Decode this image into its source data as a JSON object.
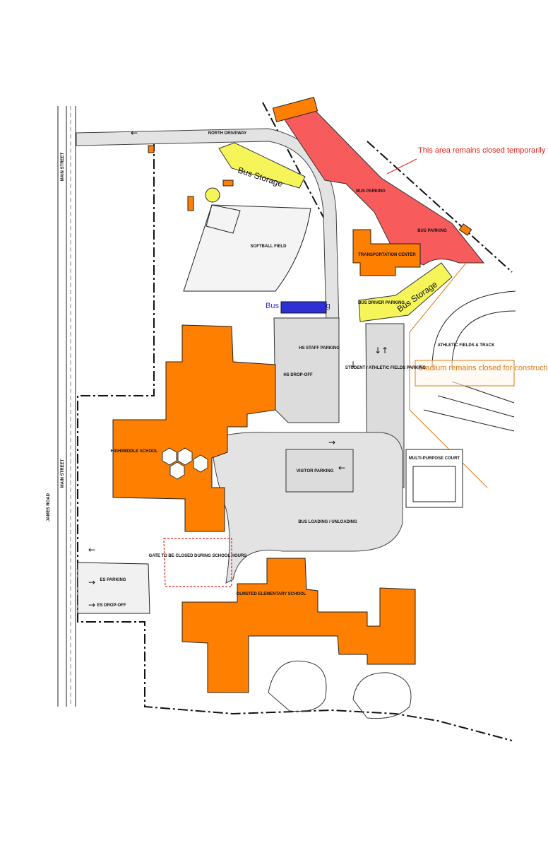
{
  "street": {
    "main_left": "MAIN STREET",
    "main_right": "MAIN STREET",
    "side_road": "JAMES ROAD"
  },
  "labels": {
    "north_driveway": "NORTH DRIVEWAY",
    "softball_field": "SOFTBALL FIELD",
    "transportation_center": "TRANSPORTATION CENTER",
    "bus_parking_1": "BUS PARKING",
    "bus_parking_2": "BUS PARKING",
    "bus_driver_parking_small": "BUS DRIVER PARKING",
    "hs_staff_parking": "HS STAFF PARKING",
    "hs_dropoff": "HS DROP-OFF",
    "student_athletic_parking": "STUDENT / ATHLETIC FIELDS PARKING",
    "athletic_fields": "ATHLETIC FIELDS & TRACK",
    "high_middle_school": "HIGH/MIDDLE SCHOOL",
    "visitor_parking": "VISITOR PARKING",
    "multipurpose_court": "MULTI-PURPOSE COURT",
    "bus_loading": "BUS LOADING / UNLOADING",
    "gate_closed": "GATE TO BE CLOSED DURING SCHOOL HOURS",
    "es_parking": "ES PARKING",
    "es_dropoff": "ES DROP-OFF",
    "olmsted_school": "OLMSTED ELEMENTARY SCHOOL"
  },
  "callouts": {
    "closed_area": "This area remains closed temporarily for field access",
    "stadium": "Stadium remains closed for construction",
    "bus_storage_top": "Bus Storage",
    "bus_storage_right": "Bus Storage",
    "bus_driver_parking": "Bus Driver Parking"
  },
  "colors": {
    "building": "#ff7f00",
    "closed_area": "#f75b5b",
    "bus_storage": "#f5f55a",
    "bus_driver_parking": "#2f2fd6",
    "callout_red": "#e0201c",
    "callout_orange": "#e07a10"
  }
}
